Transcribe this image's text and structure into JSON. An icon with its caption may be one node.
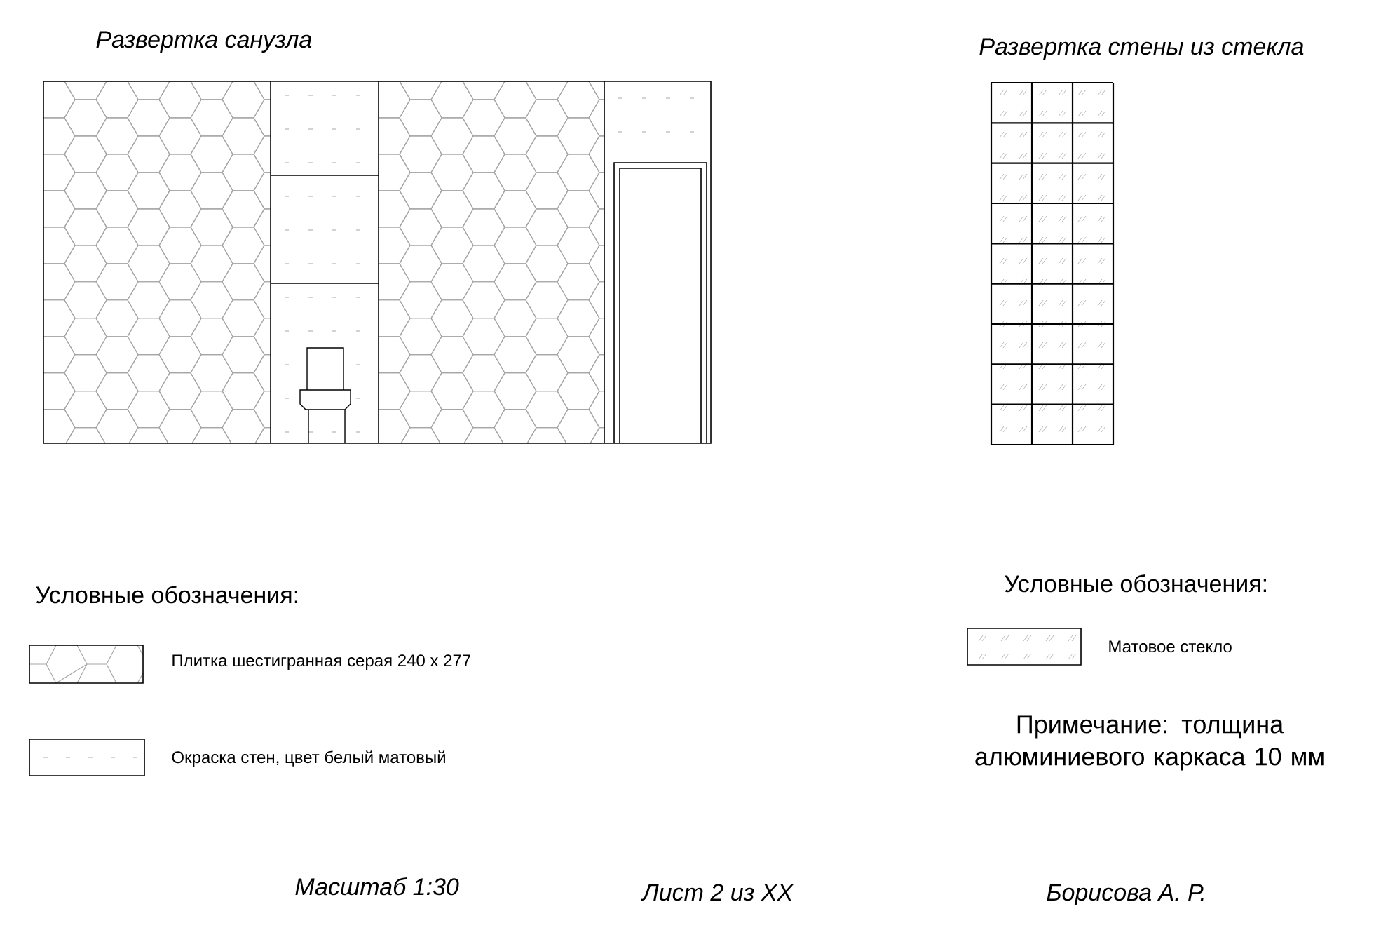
{
  "diagram": {
    "labels": [
      "Развертка санузла",
      "Развертка стены из стекла",
      "Условные обозначения:",
      "Условные обозначения:",
      "Примечание: толщина алюминиевого каркаса 10 мм",
      "Масштаб 1:30",
      "Лист 2 из XX",
      "Борисова А. Р."
    ],
    "legend": [
      {
        "text": "Плитка шестигранная серая 240 x 277"
      },
      {
        "text": "Окраска стен, цвет белый матовый"
      },
      {
        "text": "Матовое стекло"
      }
    ]
  }
}
